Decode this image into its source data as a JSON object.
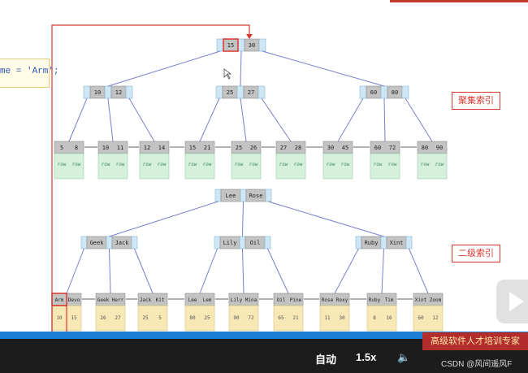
{
  "code_snippet": "me = 'Arm';",
  "labels": {
    "clustered_index": "聚集索引",
    "secondary_index": "二级索引"
  },
  "clustered": {
    "root": [
      "15",
      "30"
    ],
    "inner": [
      [
        "10",
        "12"
      ],
      [
        "25",
        "27"
      ],
      [
        "60",
        "80"
      ]
    ],
    "leaves": [
      [
        "5",
        "8"
      ],
      [
        "10",
        "11"
      ],
      [
        "12",
        "14"
      ],
      [
        "15",
        "21"
      ],
      [
        "25",
        "26"
      ],
      [
        "27",
        "28"
      ],
      [
        "30",
        "45"
      ],
      [
        "60",
        "72"
      ],
      [
        "80",
        "90"
      ]
    ],
    "row_label": "row"
  },
  "secondary": {
    "root": [
      "Lee",
      "Rose"
    ],
    "inner": [
      [
        "Geek",
        "Jack"
      ],
      [
        "Lily",
        "Oil"
      ],
      [
        "Ruby",
        "Xint"
      ]
    ],
    "leaf_keys": [
      [
        "Arm",
        "Devo"
      ],
      [
        "Geek",
        "Herr"
      ],
      [
        "Jack",
        "Kit"
      ],
      [
        "Lee",
        "Lem"
      ],
      [
        "Lily",
        "Mina"
      ],
      [
        "Oil",
        "Pine"
      ],
      [
        "Rose",
        "Roxy"
      ],
      [
        "Ruby",
        "Tim"
      ],
      [
        "Xint",
        "Zoom"
      ]
    ],
    "leaf_ids": [
      [
        "10",
        "15"
      ],
      [
        "26",
        "27"
      ],
      [
        "25",
        "5"
      ],
      [
        "80",
        "25"
      ],
      [
        "90",
        "72"
      ],
      [
        "65",
        "21"
      ],
      [
        "11",
        "30"
      ],
      [
        "8",
        "16"
      ],
      [
        "60",
        "12"
      ]
    ]
  },
  "player": {
    "auto_label": "自动",
    "speed_label": "1.5x",
    "banner_text": "高级软件人才培训专家",
    "watermark": "CSDN @风间遥风F"
  },
  "colors": {
    "accent_red": "#d9382f",
    "key_gray": "#c3c3c3",
    "pointer_blue": "#cfe6f5",
    "row_green": "#d6f0de",
    "id_yellow": "#f7e8b5"
  }
}
